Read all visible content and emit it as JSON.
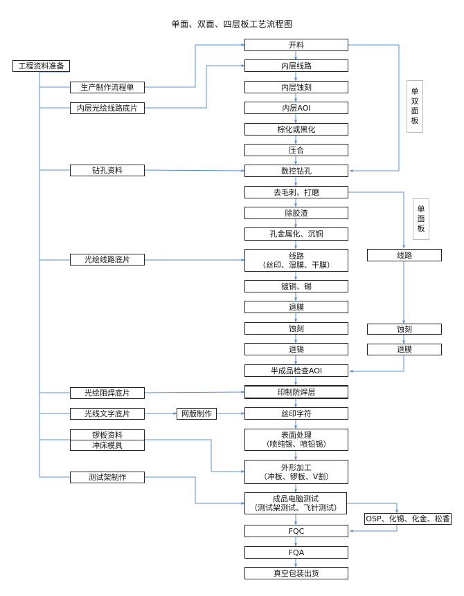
{
  "title": "单面、双面、四层板工艺流程图",
  "colors": {
    "flow_line": "#5b8fd0",
    "box_border": "#222222",
    "label_border": "#bbbbbb"
  },
  "side_labels": {
    "double": [
      "单",
      "双",
      "面",
      "板"
    ],
    "single": [
      "单",
      "面",
      "板"
    ]
  },
  "left": {
    "eng_prep": "工程资料准备",
    "production_sheet": "生产制作流程单",
    "inner_film": "内层光绘线路底片",
    "drill_data": "钻孔资料",
    "circuit_film": "光绘线路底片",
    "solder_film": "光绘阻焊底片",
    "text_film": "光线文字底片",
    "screen_making": "网版制作",
    "gong_data": "锣板资料",
    "punch_die": "冲床模具",
    "test_fixture": "测试架制作"
  },
  "main": {
    "cutting": "开料",
    "inner_circuit": "内层线路",
    "inner_etch": "内层蚀刻",
    "inner_aoi": "内层AOI",
    "oxide": "棕化或黑化",
    "lamination": "压合",
    "cnc_drill": "数控钻孔",
    "deburr": "去毛刺、打磨",
    "desmear": "除胶渣",
    "pth": "孔金属化、沉铜",
    "circuit_l1": "线路",
    "circuit_l2": "（丝印、湿膜、干膜）",
    "plating": "镀铜、锡",
    "strip_film": "退膜",
    "etch": "蚀刻",
    "strip_tin": "退锡",
    "semi_aoi": "半成品检查AOI",
    "solder_mask": "印制防焊层",
    "silkscreen": "丝印字符",
    "surface_l1": "表面处理",
    "surface_l2": "（喷纯锡、喷铅锡）",
    "profile_l1": "外形加工",
    "profile_l2": "（冲板、锣板、V割）",
    "test_l1": "成品电脑测试",
    "test_l2": "（测试架测试、飞针测试）",
    "fqc": "FQC",
    "fqa": "FQA",
    "packing": "真空包装出货"
  },
  "right": {
    "circuit": "线路",
    "etch": "蚀刻",
    "strip_film": "退膜",
    "surface_finish": "OSP、化锡、化金、松香"
  }
}
